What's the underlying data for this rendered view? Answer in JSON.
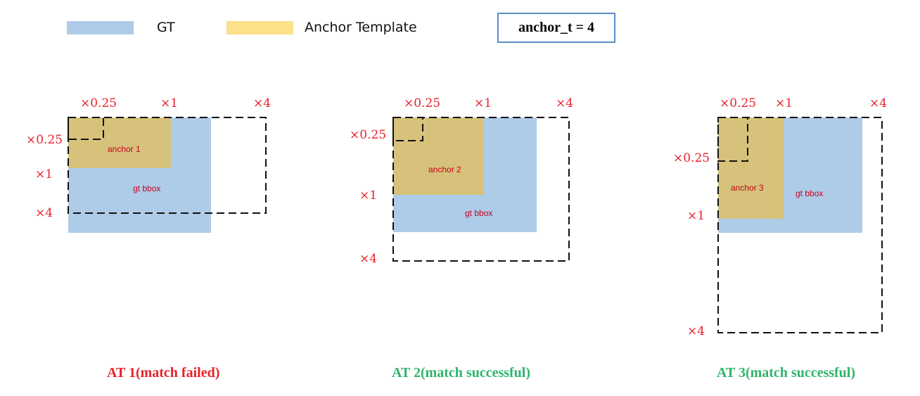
{
  "legend": {
    "gt_label": "GT",
    "anchor_label": "Anchor Template",
    "param_label": "anchor_t = 4"
  },
  "colors": {
    "gt": "#aecbe8",
    "anchor": "#d6c27a",
    "legend_anchor": "#fde08a",
    "multiplier": "#e8222a",
    "box_label": "#c8001e",
    "fail": "#e8222a",
    "success": "#2fb36b",
    "param_border": "#5b8fc7"
  },
  "panels": [
    {
      "scale_top": [
        "×0.25",
        "×1",
        "×4"
      ],
      "scale_left": [
        "×0.25",
        "×1",
        "×4"
      ],
      "anchor_label": "anchor 1",
      "gt_label": "gt bbox",
      "caption": "AT 1(match failed)",
      "status": "fail"
    },
    {
      "scale_top": [
        "×0.25",
        "×1",
        "×4"
      ],
      "scale_left": [
        "×0.25",
        "×1",
        "×4"
      ],
      "anchor_label": "anchor 2",
      "gt_label": "gt bbox",
      "caption": "AT 2(match successful)",
      "status": "success"
    },
    {
      "scale_top": [
        "×0.25",
        "×1",
        "×4"
      ],
      "scale_left": [
        "×0.25",
        "×1",
        "×4"
      ],
      "anchor_label": "anchor 3",
      "gt_label": "gt bbox",
      "caption": "AT 3(match successful)",
      "status": "success"
    }
  ]
}
